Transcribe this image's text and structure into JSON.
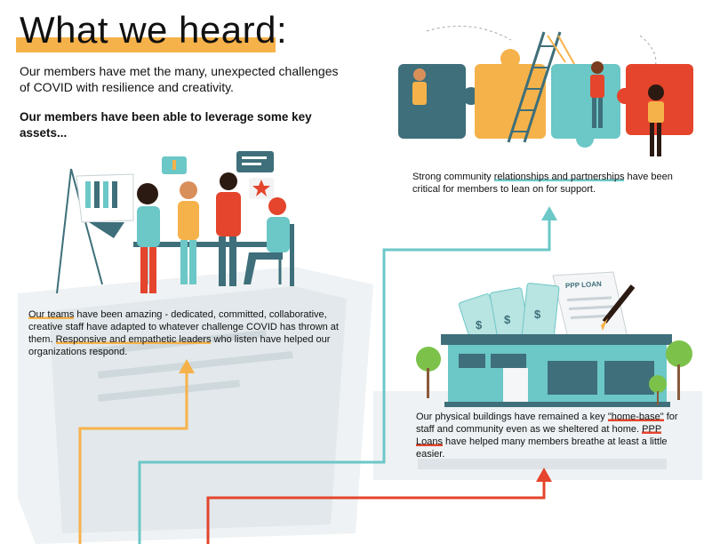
{
  "header": {
    "title": "What we heard:",
    "intro": "Our members have met the many, unexpected challenges of COVID with resilience and creativity.",
    "assets_lead": "Our members have been able to leverage some key assets..."
  },
  "teams": {
    "highlight_1": "Our teams",
    "text_1": " have been amazing - dedicated, committed, collaborative, creative staff have adapted to whatever challenge COVID has thrown at them. ",
    "highlight_2": "Responsive and empathetic leaders",
    "text_2": " who listen have helped our organizations respond."
  },
  "relationships": {
    "text_1": "Strong community ",
    "highlight_1": "relationships and partnerships",
    "text_2": " have been critical for members to lean on for support."
  },
  "buildings": {
    "text_1": "Our physical buildings have remained a key ",
    "highlight_1": "\"home-base\"",
    "text_2": " for staff and community even as we sheltered at home. ",
    "highlight_2": "PPP Loans",
    "text_3": " have helped many members breathe at least a little easier."
  },
  "illustration": {
    "loan_doc_label": "PPP LOAN",
    "money_symbol": "$"
  },
  "colors": {
    "orange": "#f6b24a",
    "teal": "#6cc7c7",
    "red": "#e4452c",
    "dark_teal": "#3e6f7a",
    "grey": "#dde3e6"
  }
}
